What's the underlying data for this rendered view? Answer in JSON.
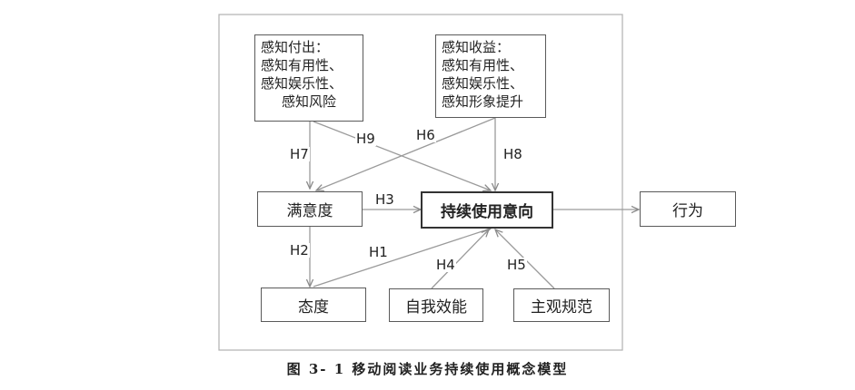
{
  "boxes": {
    "cost": {
      "title": "感知付出：",
      "items": [
        "感知有用性、",
        "感知娱乐性、",
        "感知风险"
      ]
    },
    "benefit": {
      "title": "感知收益：",
      "items": [
        "感知有用性、",
        "感知娱乐性、",
        "感知形象提升"
      ]
    },
    "satisfaction": "满意度",
    "intention": "持续使用意向",
    "behavior": "行为",
    "attitude": "态度",
    "self_efficacy": "自我效能",
    "subjective_norm": "主观规范"
  },
  "hypotheses": {
    "h1": "H1",
    "h2": "H2",
    "h3": "H3",
    "h4": "H4",
    "h5": "H5",
    "h6": "H6",
    "h7": "H7",
    "h8": "H8",
    "h9": "H9"
  },
  "caption": "图 3- 1 移动阅读业务持续使用概念模型",
  "colors": {
    "line": "#9a9a9a",
    "border": "#5a5a5a"
  }
}
